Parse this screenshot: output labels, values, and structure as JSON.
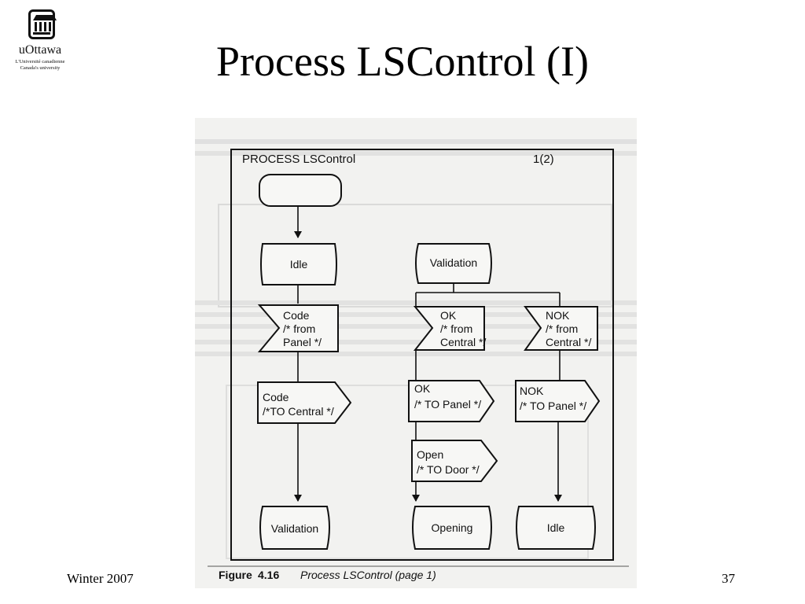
{
  "logo": {
    "icon": "university-building-icon",
    "name": "uOttawa",
    "line1": "L'Université canadienne",
    "line2": "Canada's university"
  },
  "slide": {
    "title": "Process LSControl (I)",
    "footer_left": "Winter 2007",
    "page_number": "37"
  },
  "figure": {
    "header_left": "PROCESS LSControl",
    "header_right": "1(2)",
    "caption_label": "Figure",
    "caption_number": "4.16",
    "caption_text": "Process LSControl (page 1)",
    "nodes": {
      "start": "",
      "idle_state": "Idle",
      "validation_state": "Validation",
      "input_code": [
        "Code",
        "/* from",
        "Panel */"
      ],
      "input_ok": [
        "OK",
        "/* from",
        "Central */"
      ],
      "input_nok": [
        "NOK",
        "/* from",
        "Central */"
      ],
      "output_code": [
        "Code",
        "/*TO Central */"
      ],
      "output_ok": [
        "OK",
        "/* TO Panel */"
      ],
      "output_nok": [
        "NOK",
        "/* TO Panel */"
      ],
      "output_open": [
        "Open",
        "/* TO Door */"
      ],
      "next_validation": "Validation",
      "next_opening": "Opening",
      "next_idle": "Idle"
    }
  }
}
